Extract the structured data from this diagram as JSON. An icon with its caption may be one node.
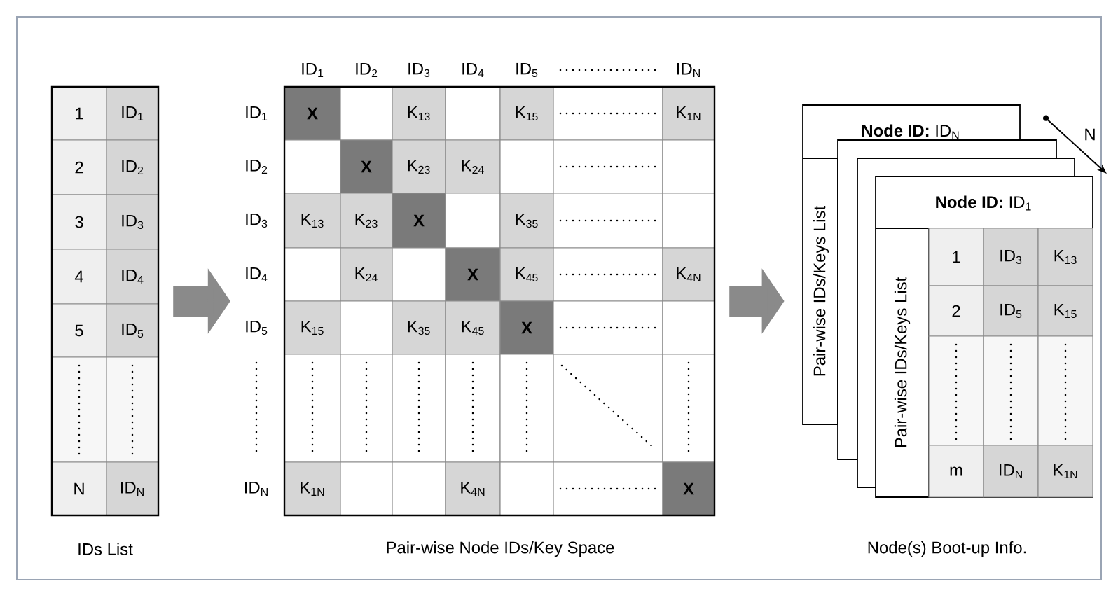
{
  "diagram": {
    "nodes": [
      {
        "text": [
          "IDs List"
        ]
      },
      {
        "text": [
          "Pair-wise Node IDs/Key Space"
        ]
      },
      {
        "text": [
          "Node(s) Boot-up Info."
        ]
      }
    ],
    "edges": [
      {
        "from": 0,
        "to": 1,
        "arrow": "to"
      },
      {
        "from": 1,
        "to": 2,
        "arrow": "to"
      }
    ],
    "labels": [
      "1",
      "ID$_{1}$",
      "2",
      "ID$_{2}$",
      "3",
      "ID$_{3}$",
      "4",
      "ID$_{4}$",
      "5",
      "ID$_{5}$",
      "N",
      "ID$_{N}$",
      "ID$_{1}$",
      "ID$_{2}$",
      "ID$_{3}$",
      "ID$_{4}$",
      "ID$_{5}$",
      "ID$_{N}$",
      "ID$_{1}$",
      "X",
      "K$_{13}$",
      "K$_{15}$",
      "K$_{1N}$",
      "ID$_{2}$",
      "X",
      "K$_{23}$",
      "K$_{24}$",
      "ID$_{3}$",
      "K$_{13}$",
      "K$_{23}$",
      "X",
      "K$_{35}$",
      "ID$_{4}$",
      "K$_{24}$",
      "X",
      "K$_{45}$",
      "K$_{4N}$",
      "ID$_{5}$",
      "K$_{15}$",
      "K$_{35}$",
      "K$_{45}$",
      "X",
      "ID$_{N}$",
      "K$_{1N}$",
      "K$_{4N}$",
      "X",
      "**Node ID:** ID$_{N}$",
      "Pair-wise IDs/Keys List",
      "**Node ID:** ID$_{1}$",
      "Pair-wise IDs/Keys List",
      "1",
      "ID$_{3}$",
      "K$_{13}$",
      "2",
      "ID$_{5}$",
      "K$_{15}$",
      "m",
      "ID$_{N}$",
      "K$_{1N}$",
      "N"
    ]
  }
}
